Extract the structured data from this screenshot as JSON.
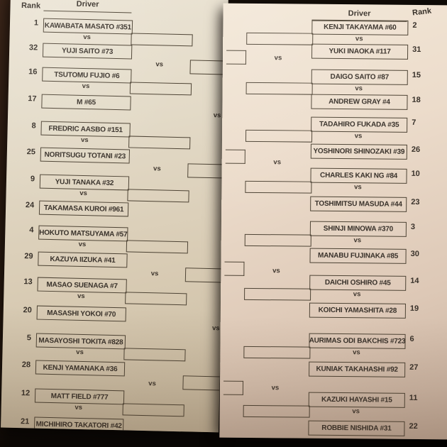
{
  "bracket": {
    "colors": {
      "paper_left": "#e3dac7",
      "paper_right": "#ecdccb",
      "ink": "#4e4435",
      "background": "#1a110a"
    },
    "left_page": {
      "headers": {
        "rank": "Rank",
        "driver": "Driver"
      },
      "vs": "vs",
      "matches": [
        {
          "rank1": "1",
          "driver1": "KAWABATA MASATO #351",
          "rank2": "32",
          "driver2": "YUJI SAITO #73"
        },
        {
          "rank1": "16",
          "driver1": "TSUTOMU FUJIO #6",
          "rank2": "17",
          "driver2": "M #65"
        },
        {
          "rank1": "8",
          "driver1": "FREDRIC AASBO #151",
          "rank2": "25",
          "driver2": "NORITSUGU TOTANI #23"
        },
        {
          "rank1": "9",
          "driver1": "YUJI TANAKA #32",
          "rank2": "24",
          "driver2": "TAKAMASA KUROI #961"
        },
        {
          "rank1": "4",
          "driver1": "HOKUTO MATSUYAMA #57",
          "rank2": "29",
          "driver2": "KAZUYA IIZUKA #41"
        },
        {
          "rank1": "13",
          "driver1": "MASAO SUENAGA #7",
          "rank2": "20",
          "driver2": "MASASHI YOKOI #70"
        },
        {
          "rank1": "5",
          "driver1": "MASAYOSHI TOKITA #828",
          "rank2": "28",
          "driver2": "KENJI YAMANAKA #36"
        },
        {
          "rank1": "12",
          "driver1": "MATT FIELD #777",
          "rank2": "21",
          "driver2": "MICHIHIRO TAKATORI #42"
        }
      ]
    },
    "right_page": {
      "headers": {
        "rank": "Rank",
        "driver": "Driver"
      },
      "vs": "vs",
      "matches": [
        {
          "rank1": "2",
          "driver1": "KENJI TAKAYAMA #60",
          "rank2": "31",
          "driver2": "YUKI INAOKA #117"
        },
        {
          "rank1": "15",
          "driver1": "DAIGO SAITO #87",
          "rank2": "18",
          "driver2": "ANDREW GRAY #4"
        },
        {
          "rank1": "7",
          "driver1": "TADAHIRO FUKADA #35",
          "rank2": "26",
          "driver2": "YOSHINORI SHINOZAKI #39"
        },
        {
          "rank1": "10",
          "driver1": "CHARLES KAKI NG #84",
          "rank2": "23",
          "driver2": "TOSHIMITSU MASUDA #44"
        },
        {
          "rank1": "3",
          "driver1": "SHINJI MINOWA #370",
          "rank2": "30",
          "driver2": "MANABU FUJINAKA #85"
        },
        {
          "rank1": "14",
          "driver1": "DAICHI OSHIRO #45",
          "rank2": "19",
          "driver2": "KOICHI YAMASHITA #28"
        },
        {
          "rank1": "6",
          "driver1": "AURIMAS ODI BAKCHIS #723",
          "rank2": "27",
          "driver2": "KUNIAK TAKAHASHI #92"
        },
        {
          "rank1": "11",
          "driver1": "KAZUKI HAYASHI #15",
          "rank2": "22",
          "driver2": "ROBBIE NISHIDA #31"
        }
      ]
    }
  }
}
